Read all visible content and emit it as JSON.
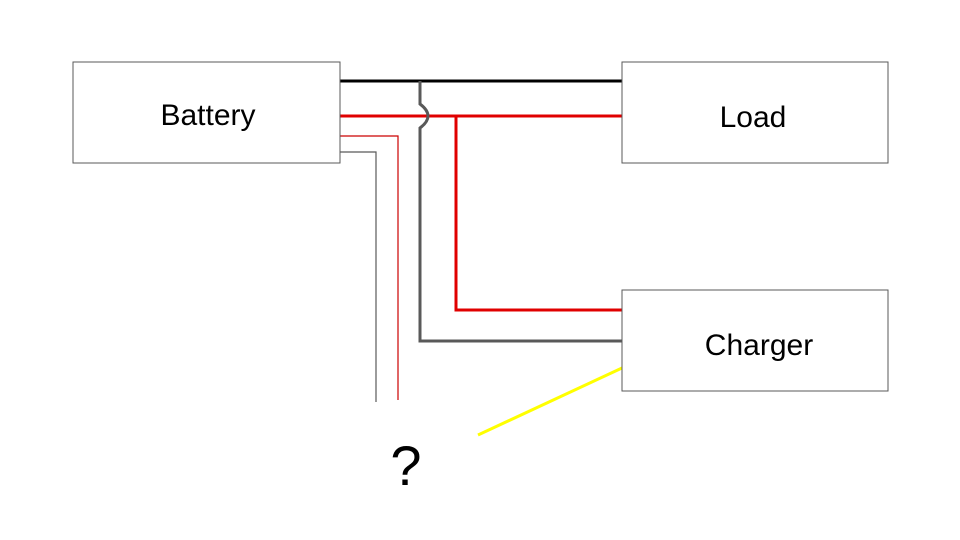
{
  "boxes": {
    "battery": "Battery",
    "load": "Load",
    "charger": "Charger"
  },
  "unknown_component": "?",
  "wire_colors": {
    "negative": "#000000",
    "positive": "#e00000",
    "charger_negative": "#595959",
    "unknown_positive": "#cc0000",
    "unknown_negative": "#595959",
    "charger_signal": "#ffff00"
  }
}
